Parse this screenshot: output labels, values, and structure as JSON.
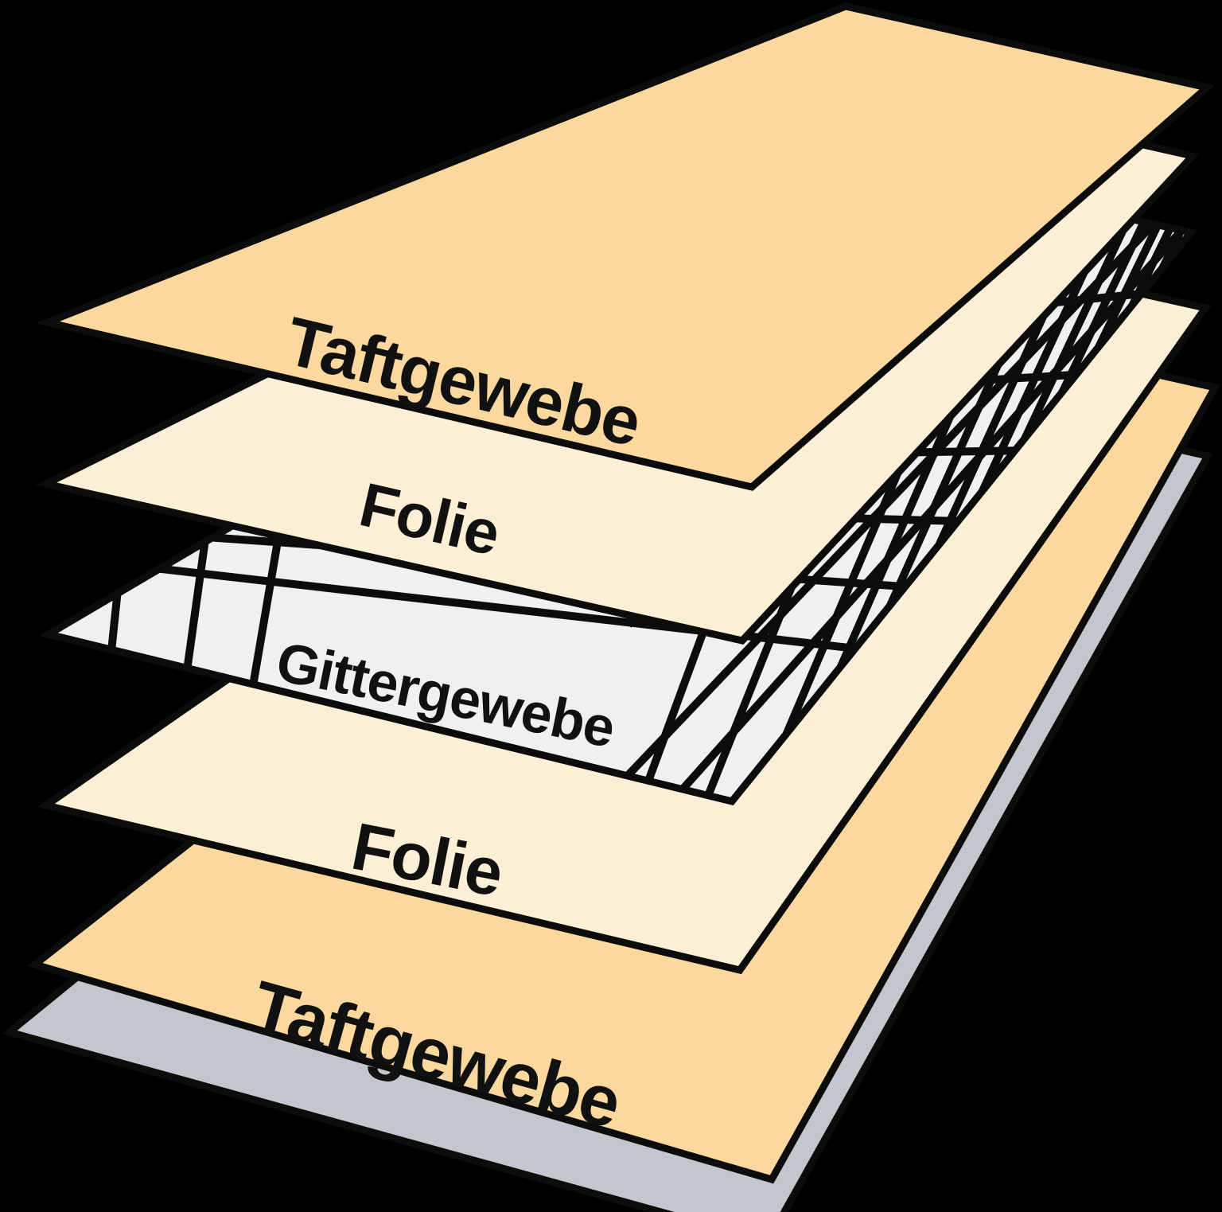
{
  "diagram": {
    "description": "Exploded layer diagram of a laminated textile composite",
    "background_color": "#000000",
    "outline_color": "#0c0c0c",
    "label_color": "#111111",
    "layers": [
      {
        "name": "taftgewebe-top",
        "label": "Taftgewebe",
        "fill": "#FBD99E",
        "pattern": "plain"
      },
      {
        "name": "folie-top",
        "label": "Folie",
        "fill": "#FBEFD5",
        "pattern": "plain"
      },
      {
        "name": "gittergewebe",
        "label": "Gittergewebe",
        "fill": "#F0F0EE",
        "pattern": "grid",
        "grid_line_color": "#0c0c0c"
      },
      {
        "name": "folie-bottom",
        "label": "Folie",
        "fill": "#FBEFD5",
        "pattern": "plain"
      },
      {
        "name": "taftgewebe-bottom",
        "label": "Taftgewebe",
        "fill": "#FBD99E",
        "pattern": "plain"
      },
      {
        "name": "backing-sheet",
        "label": "",
        "fill": "#C3C7CD",
        "pattern": "plain"
      }
    ]
  }
}
